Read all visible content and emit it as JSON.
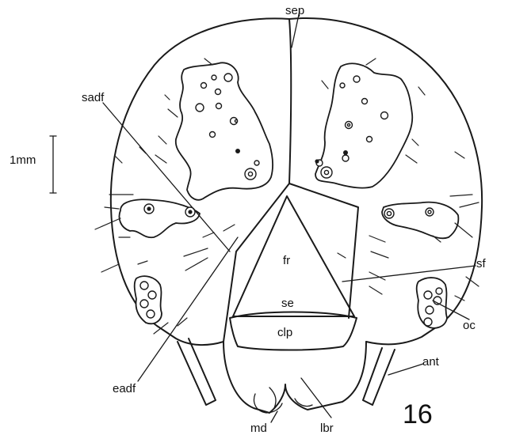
{
  "figure": {
    "number": "16",
    "scale_bar_label": "1mm",
    "labels": {
      "sep": "sep",
      "sadf": "sadf",
      "fr": "fr",
      "sf": "sf",
      "se": "se",
      "clp": "clp",
      "oc": "oc",
      "ant": "ant",
      "eadf": "eadf",
      "md": "md",
      "lbr": "lbr"
    }
  }
}
